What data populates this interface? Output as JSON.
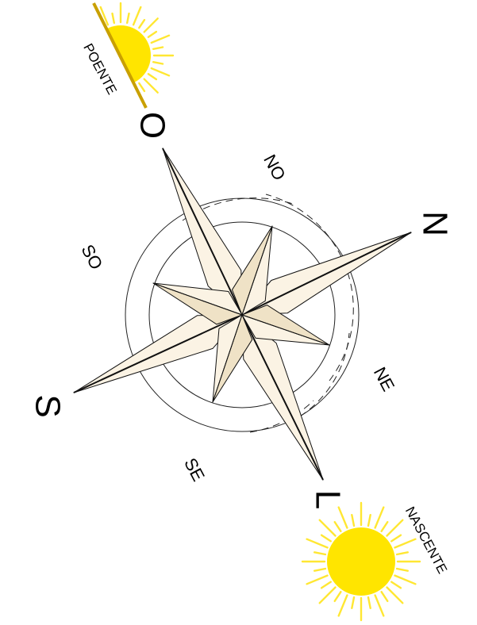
{
  "cardinals": {
    "north": "N",
    "south": "S",
    "east": "L",
    "west": "O"
  },
  "intercardinals": {
    "ne": "NE",
    "no": "NO",
    "se": "SE",
    "so": "SO"
  },
  "sunset_label": "POENTE",
  "sunrise_label": "NASCENTE",
  "colors": {
    "point_fill": "#fbf3e4",
    "point_shade": "#efe2c6",
    "stroke": "#111111",
    "sun_core": "#ffe500",
    "sun_ray": "#ffe733",
    "horizon": "#c9a000"
  }
}
